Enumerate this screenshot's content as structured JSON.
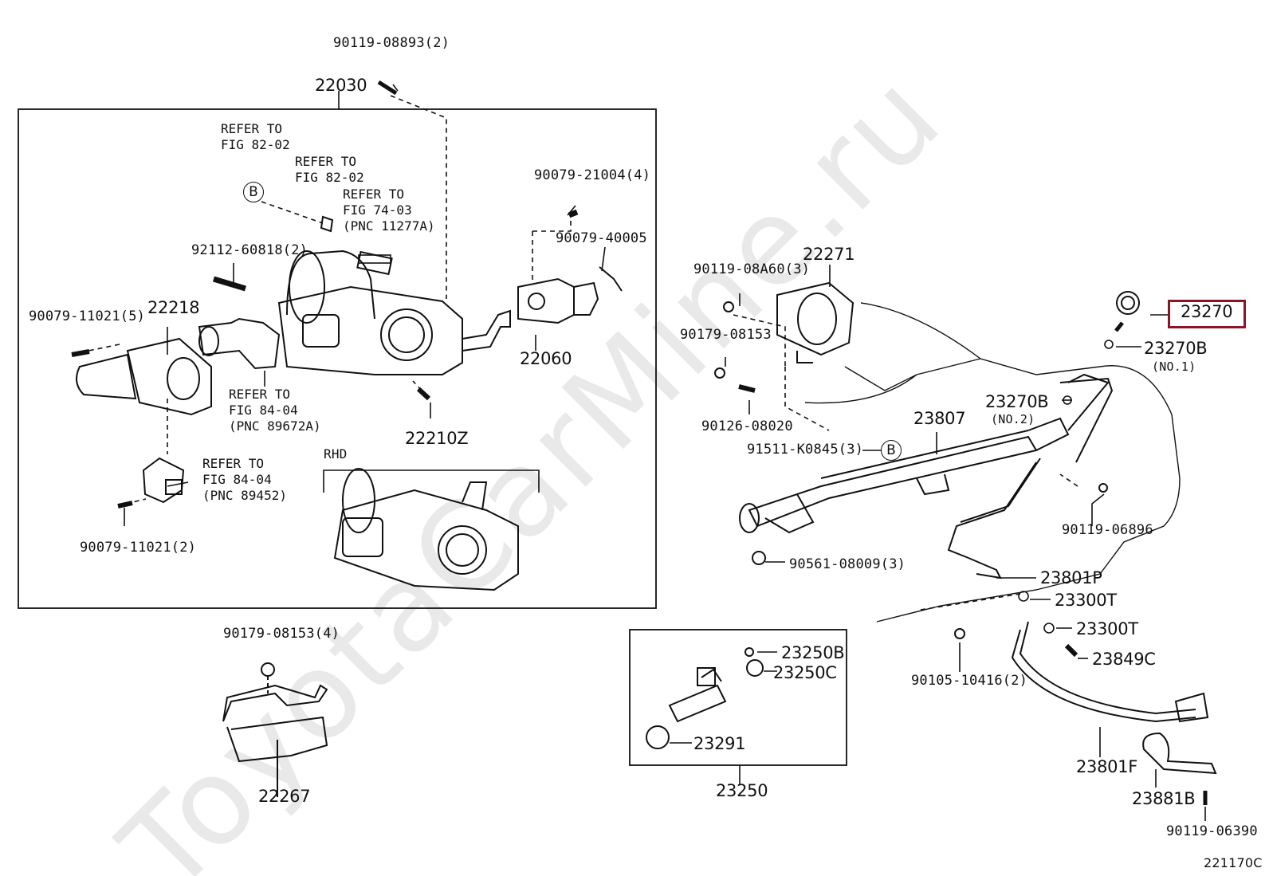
{
  "watermark": "ToyotaCarMine.ru",
  "figure_code": "221170C",
  "variant_label": "RHD",
  "highlighted_part": "23270",
  "callout_circle": "B",
  "refs": {
    "ref1": "REFER TO\nFIG 82-02",
    "ref2": "REFER TO\nFIG 82-02",
    "ref3": "REFER TO\nFIG 74-03\n(PNC 11277A)",
    "ref4": "REFER TO\nFIG 84-04\n(PNC 89672A)",
    "ref5": "REFER TO\nFIG 84-04\n(PNC 89452)"
  },
  "parts": {
    "p90119_08893": "90119-08893(2)",
    "p22030": "22030",
    "p90079_21004": "90079-21004(4)",
    "p90079_40005": "90079-40005",
    "p92112_60818": "92112-60818(2)",
    "p90079_11021_5": "90079-11021(5)",
    "p22218": "22218",
    "p22060": "22060",
    "p22210z": "22210Z",
    "p90079_11021_2": "90079-11021(2)",
    "p90179_08153_4": "90179-08153(4)",
    "p22267": "22267",
    "p22271": "22271",
    "p90119_08a60": "90119-08A60(3)",
    "p90179_08153": "90179-08153",
    "p90126_08020": "90126-08020",
    "p91511_k0845": "91511-K0845(3)",
    "p23807": "23807",
    "p23270": "23270",
    "p23270b_1": "23270B",
    "p23270b_1_note": "(NO.1)",
    "p23270b_2": "23270B",
    "p23270b_2_note": "(NO.2)",
    "p90119_06896": "90119-06896",
    "p90561_08009": "90561-08009(3)",
    "p23801p": "23801P",
    "p23300t_a": "23300T",
    "p23300t_b": "23300T",
    "p23849c": "23849C",
    "p90105_10416": "90105-10416(2)",
    "p23250b": "23250B",
    "p23250c": "23250C",
    "p23291": "23291",
    "p23250": "23250",
    "p23801f": "23801F",
    "p23881b": "23881B",
    "p90119_06390": "90119-06390"
  }
}
